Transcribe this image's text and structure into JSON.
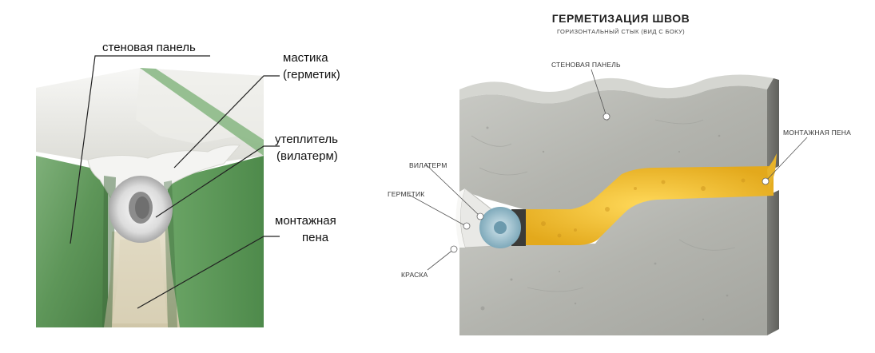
{
  "left_photo": {
    "labels": {
      "wall_panel": "стеновая панель",
      "mastic_line1": "мастика",
      "mastic_line2": "(герметик)",
      "insulation_line1": "утеплитель",
      "insulation_line2": "(вилатерм)",
      "foam_line1": "монтажная",
      "foam_line2": "пена"
    }
  },
  "right_diagram": {
    "title": "ГЕРМЕТИЗАЦИЯ ШВОВ",
    "subtitle": "ГОРИЗОНТАЛЬНЫЙ СТЫК (ВИД С БОКУ)",
    "labels": {
      "wall_panel": "СТЕНОВАЯ ПАНЕЛЬ",
      "mounting_foam": "МОНТАЖНАЯ ПЕНА",
      "vilaterm": "ВИЛАТЕРМ",
      "sealant": "ГЕРМЕТИК",
      "paint": "КРАСКА"
    }
  },
  "colors": {
    "panel_green": "#5f9a5c",
    "foam_yellow": "#f2c230",
    "concrete_grey": "#b9bab5",
    "vilaterm_blue": "#9fc3cf"
  }
}
